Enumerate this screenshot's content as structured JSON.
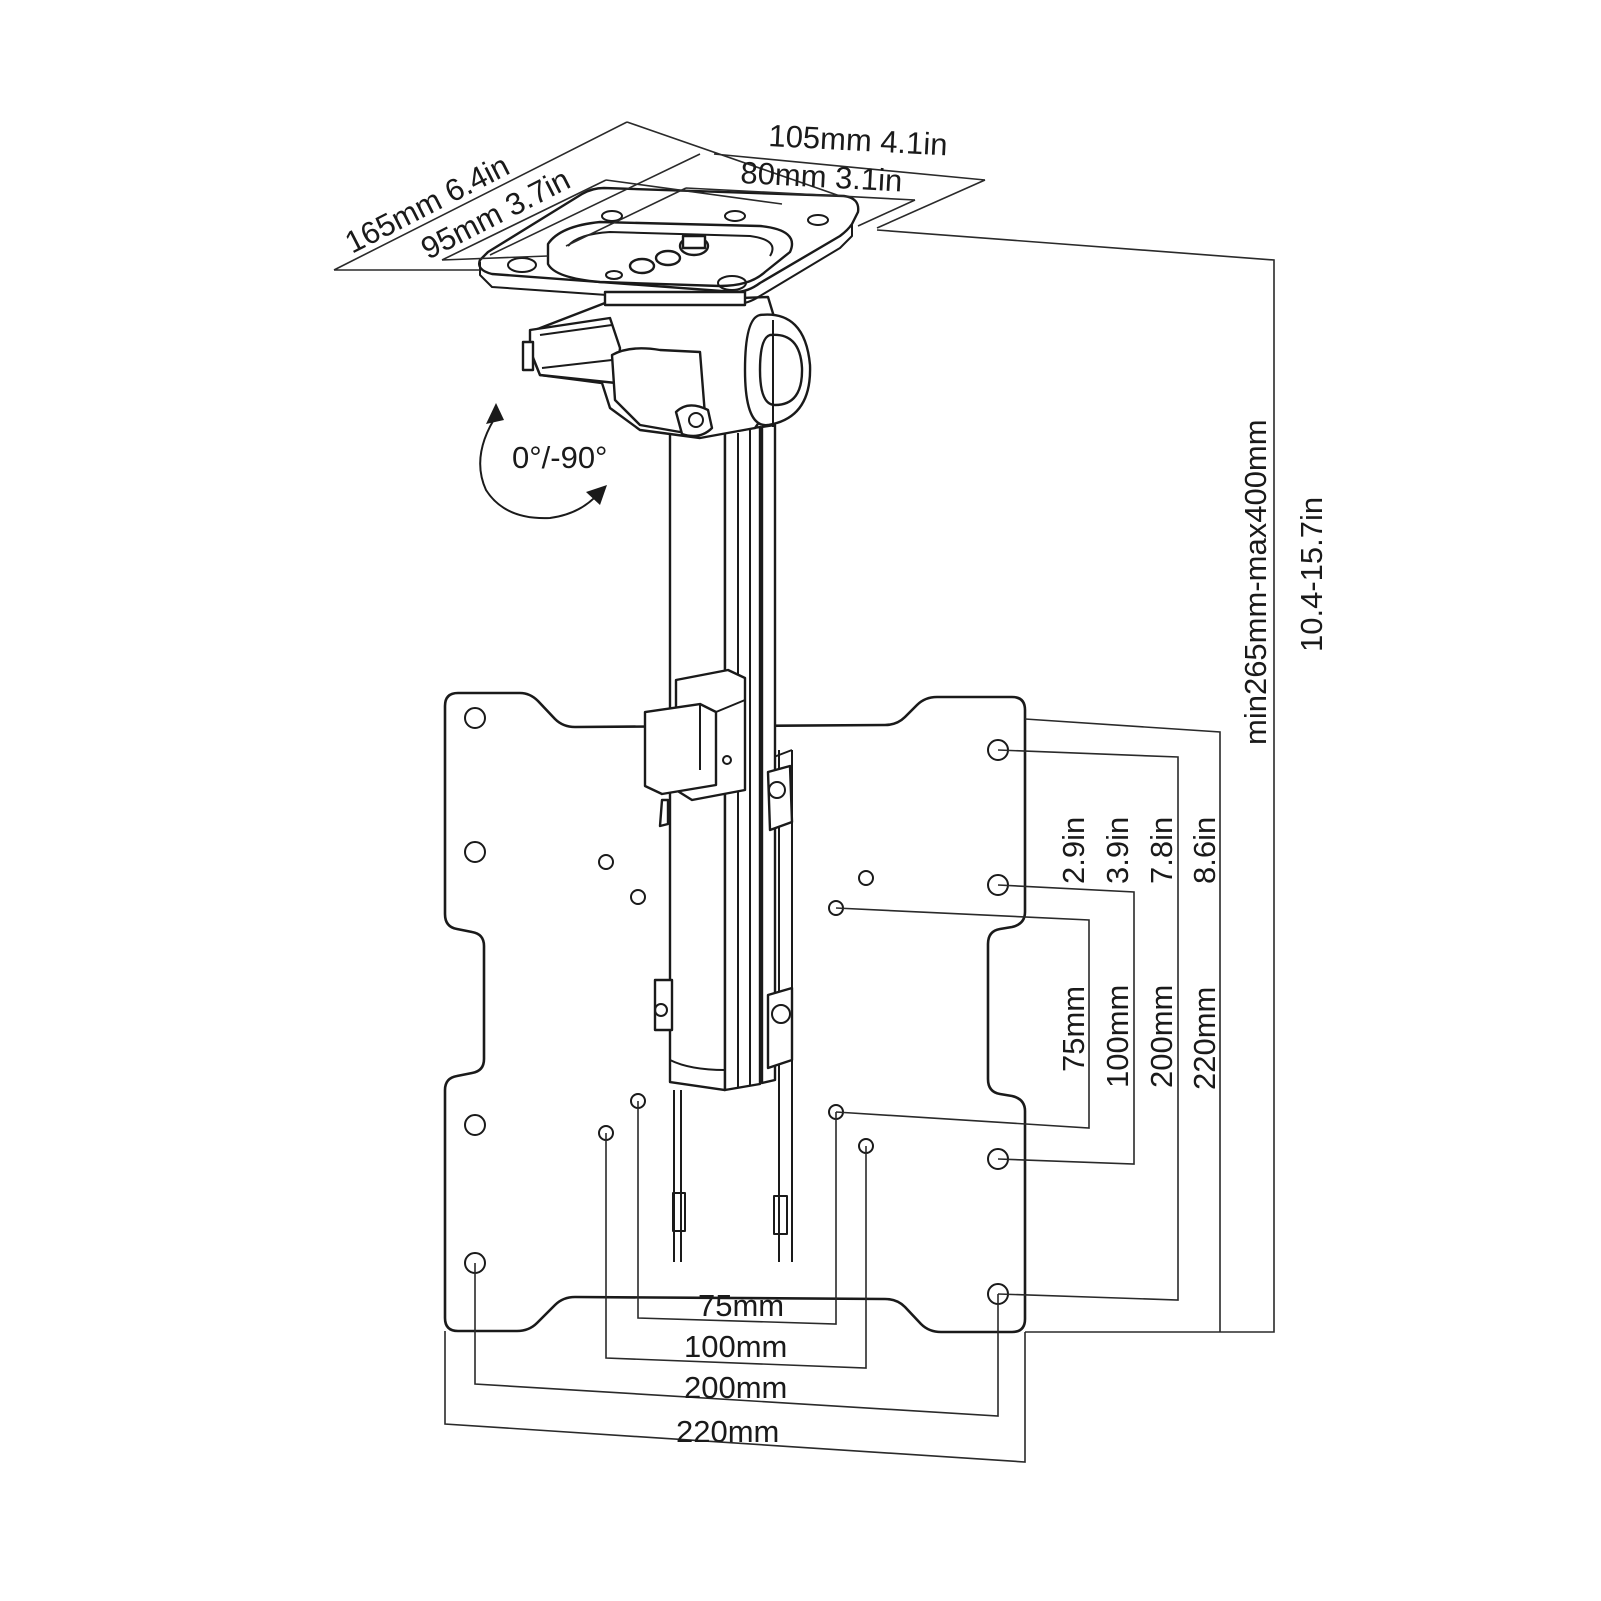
{
  "colors": {
    "line": "#1a1a1a",
    "background": "#ffffff"
  },
  "labels": {
    "top_width_outer": "105mm  4.1in",
    "top_width_inner": "80mm  3.1in",
    "top_depth_outer": "165mm  6.4in",
    "top_depth_inner": "95mm  3.7in",
    "tilt": "0°/-90°",
    "height_mm": "min265mm-max400mm",
    "height_in": "10.4-15.7in",
    "vesa_h_75": "75mm",
    "vesa_h_100": "100mm",
    "vesa_h_200": "200mm",
    "vesa_h_220": "220mm",
    "vesa_v_75": "75mm",
    "vesa_v_100": "100mm",
    "vesa_v_200": "200mm",
    "vesa_v_220": "220mm",
    "vesa_v_75_in": "2.9in",
    "vesa_v_100_in": "3.9in",
    "vesa_v_200_in": "7.8in",
    "vesa_v_220_in": "8.6in"
  }
}
